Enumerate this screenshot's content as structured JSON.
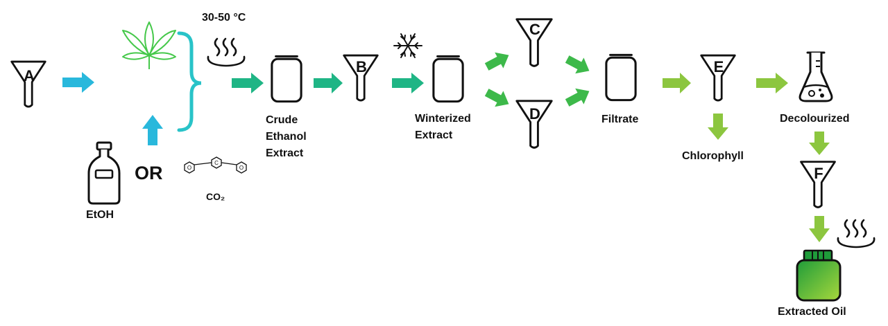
{
  "colors": {
    "cyan": "#29b8dc",
    "teal": "#1fb585",
    "green": "#3db94a",
    "lime": "#8cc63f",
    "leaf": "#45c84a",
    "bracket": "#29c3c8",
    "ink": "#111111",
    "oil_top": "#1f9c3a",
    "oil_bottom": "#a8d83c"
  },
  "labels": {
    "temperature": "30-50 °C",
    "crude_extract": "Crude Ethanol Extract",
    "winterized_extract": "Winterized Extract",
    "filtrate": "Filtrate",
    "chlorophyll": "Chlorophyll",
    "decolourized": "Decolourized",
    "extracted_oil": "Extracted Oil",
    "etoh": "EtOH",
    "or": "OR",
    "co2": "CO₂"
  },
  "filters": {
    "a": "A",
    "b": "B",
    "c": "C",
    "d": "D",
    "e": "E",
    "f": "F"
  },
  "co2_molecule": {
    "left": "O",
    "center": "C",
    "right": "O"
  },
  "icons": {
    "funnel": "funnel-icon",
    "cannabis": "cannabis-leaf-icon",
    "steam": "steam-icon",
    "jar": "jar-icon",
    "snowflake": "snowflake-icon",
    "bottle": "ethanol-bottle-icon",
    "flask": "flask-icon",
    "oil_jar": "oil-jar-icon"
  }
}
